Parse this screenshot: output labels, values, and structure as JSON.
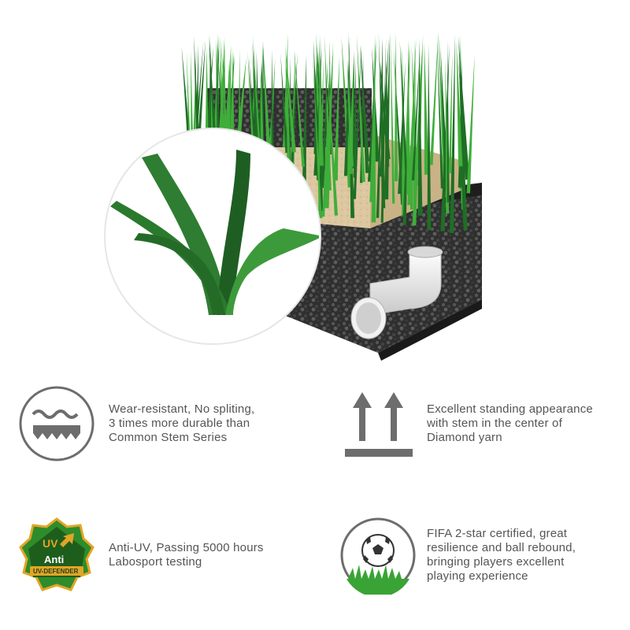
{
  "hero": {
    "illustration": "artificial-turf-cross-section",
    "colors": {
      "grass_light": "#3fae3a",
      "grass_dark": "#1f6e25",
      "sand": "#d9c49a",
      "rubber": "#2e2e2e",
      "pipe": "#e6e6e6"
    }
  },
  "features": [
    {
      "icon": "wear-resistant-icon",
      "text": "Wear-resistant, No spliting,\n3 times more durable than\nCommon Stem Series"
    },
    {
      "icon": "standing-arrows-icon",
      "text": "Excellent standing appearance\n with stem in the center of\nDiamond yarn"
    },
    {
      "icon": "anti-uv-badge-icon",
      "text": "Anti-UV, Passing 5000 hours\nLabosport testing",
      "badge_lettering": {
        "top": "UV",
        "middle": "Anti",
        "bottom": "UV-DEFENDER"
      }
    },
    {
      "icon": "soccer-ball-grass-icon",
      "text": "FIFA 2-star certified, great\nresilience and ball rebound,\nbringing players excellent\nplaying experience"
    }
  ],
  "colors": {
    "text": "#555555",
    "icon_gray": "#6d6d6d",
    "badge_green": "#2f8c2a",
    "badge_gold": "#e2a526"
  }
}
